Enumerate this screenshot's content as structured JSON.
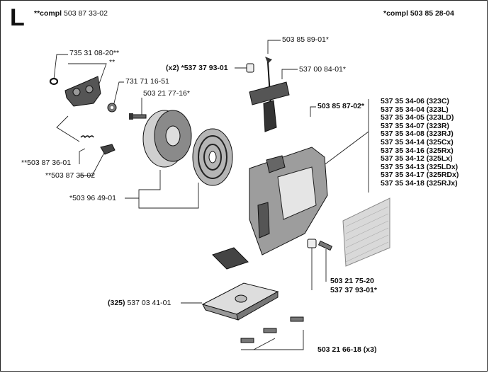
{
  "section_letter": "L",
  "header": {
    "left_prefix": "**compl",
    "left_part": "503 87 33-02",
    "right_text": "*compl 503 85 28-04"
  },
  "labels": {
    "p73531": "735 31 08-20**",
    "p73531_star": "**",
    "p73171": "731 71 16-51",
    "p50321_77": "503 21 77-16*",
    "p50387_36": "**503 87 36-01",
    "p50387_35": "**503 87 35-02",
    "p50396": "*503 96 49-01",
    "p50385_89": "503 85 89-01*",
    "p53737_x2_prefix": "(x2)",
    "p53737_x2": "*537 37 93-01",
    "p53700": "537 00 84-01*",
    "p50385_87": "503 85 87-02*",
    "p50321_75": "503 21 75-20",
    "p53737_bottom": "537 37 93-01*",
    "p325_prefix": "(325)",
    "p325": "537 03 41-01",
    "p50321_66": "503 21 66-18 (x3)"
  },
  "model_list": [
    "537 35 34-06 (323C)",
    "537 35 34-04 (323L)",
    "537 35 34-05 (323LD)",
    "537 35 34-07 (323R)",
    "537 35 34-08 (323RJ)",
    "537 35 34-14 (325Cx)",
    "537 35 34-16 (325Rx)",
    "537 35 34-12 (325Lx)",
    "537 35 34-13 (325LDx)",
    "537 35 34-17 (325RDx)",
    "537 35 34-18 (325RJx)"
  ]
}
